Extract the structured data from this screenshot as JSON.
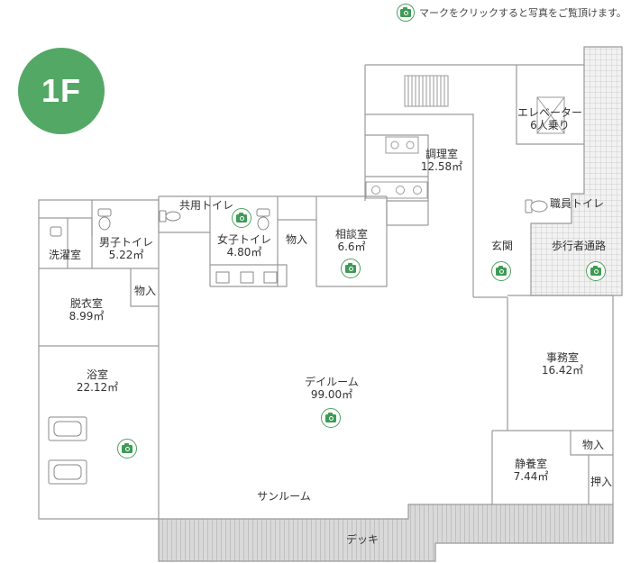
{
  "hint": {
    "text": "マークをクリックすると写真をご覧頂けます。"
  },
  "floor": {
    "label": "1F"
  },
  "rooms": {
    "elevator": {
      "name": "エレベーター",
      "detail": "6人乗り"
    },
    "kitchen": {
      "name": "調理室",
      "area": "12.58㎡"
    },
    "shared_toilet": {
      "name": "共用トイレ"
    },
    "staff_toilet": {
      "name": "職員トイレ"
    },
    "laundry": {
      "name": "洗濯室"
    },
    "mens_toilet": {
      "name": "男子トイレ",
      "area": "5.22㎡"
    },
    "womens_toilet": {
      "name": "女子トイレ",
      "area": "4.80㎡"
    },
    "storage_center": {
      "name": "物入"
    },
    "consultation": {
      "name": "相談室",
      "area": "6.6㎡"
    },
    "entrance": {
      "name": "玄関"
    },
    "walkway": {
      "name": "歩行者通路"
    },
    "changing": {
      "name": "脱衣室",
      "area": "8.99㎡"
    },
    "storage_left": {
      "name": "物入"
    },
    "bath": {
      "name": "浴室",
      "area": "22.12㎡"
    },
    "dayroom": {
      "name": "デイルーム",
      "area": "99.00㎡"
    },
    "office": {
      "name": "事務室",
      "area": "16.42㎡"
    },
    "storage_right": {
      "name": "物入"
    },
    "rest_room": {
      "name": "静養室",
      "area": "7.44㎡"
    },
    "closet": {
      "name": "押入"
    },
    "sunroom": {
      "name": "サンルーム"
    },
    "deck": {
      "name": "デッキ"
    }
  },
  "colors": {
    "accent": "#54a866",
    "wall": "#999999",
    "hatch": "#c8c8c8"
  }
}
